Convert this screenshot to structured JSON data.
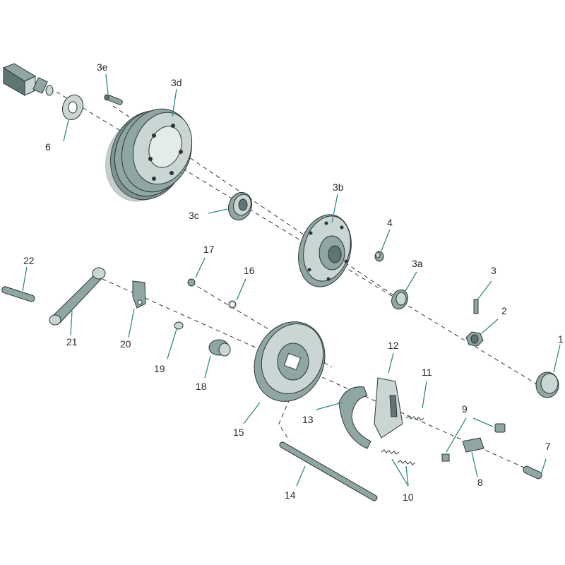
{
  "callouts": [
    {
      "id": "1",
      "text": "1"
    },
    {
      "id": "2",
      "text": "2"
    },
    {
      "id": "3",
      "text": "3"
    },
    {
      "id": "3a",
      "text": "3a"
    },
    {
      "id": "3b",
      "text": "3b"
    },
    {
      "id": "3c",
      "text": "3c"
    },
    {
      "id": "3d",
      "text": "3d"
    },
    {
      "id": "3e",
      "text": "3e"
    },
    {
      "id": "4",
      "text": "4"
    },
    {
      "id": "6",
      "text": "6"
    },
    {
      "id": "7",
      "text": "7"
    },
    {
      "id": "8",
      "text": "8"
    },
    {
      "id": "9",
      "text": "9"
    },
    {
      "id": "10",
      "text": "10"
    },
    {
      "id": "11",
      "text": "11"
    },
    {
      "id": "12",
      "text": "12"
    },
    {
      "id": "13",
      "text": "13"
    },
    {
      "id": "14",
      "text": "14"
    },
    {
      "id": "15",
      "text": "15"
    },
    {
      "id": "16",
      "text": "16"
    },
    {
      "id": "17",
      "text": "17"
    },
    {
      "id": "18",
      "text": "18"
    },
    {
      "id": "19",
      "text": "19"
    },
    {
      "id": "20",
      "text": "20"
    },
    {
      "id": "21",
      "text": "21"
    },
    {
      "id": "22",
      "text": "22"
    }
  ],
  "colors": {
    "metal": "#8fa6a3",
    "metal_dark": "#5f7573",
    "metal_light": "#c9d6d3",
    "leader": "#2f8a86",
    "text": "#2b2b2b"
  }
}
